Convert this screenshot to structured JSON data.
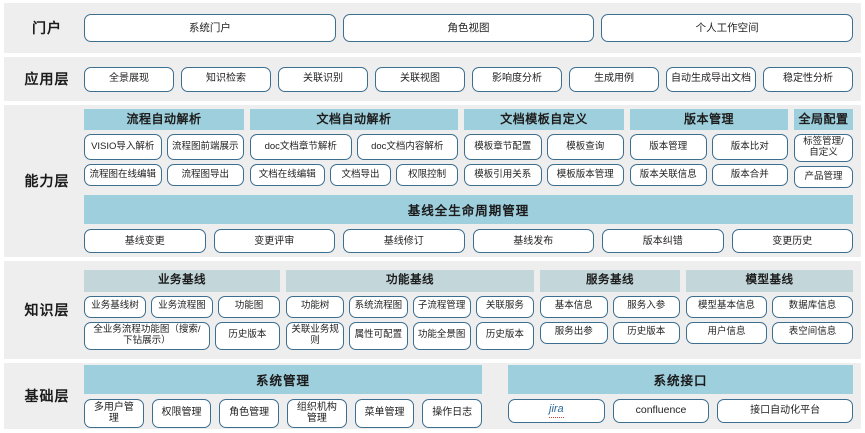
{
  "layers": [
    {
      "label": "门户",
      "portal_items": [
        "系统门户",
        "角色视图",
        "个人工作空间"
      ]
    },
    {
      "label": "应用层",
      "app_items": [
        "全景展现",
        "知识检索",
        "关联识别",
        "关联视图",
        "影响度分析",
        "生成用例",
        "自动生成导出文档",
        "稳定性分析"
      ]
    },
    {
      "label": "能力层",
      "columns": [
        {
          "head": "流程自动解析",
          "rows": [
            [
              "VISIO导入解析",
              "流程图前端展示"
            ],
            [
              "流程图在线编辑",
              "流程图导出"
            ]
          ]
        },
        {
          "head": "文档自动解析",
          "rows": [
            [
              "doc文档章节解析",
              "doc文档内容解析"
            ],
            [
              "文档在线编辑",
              "文档导出",
              "权限控制"
            ]
          ]
        },
        {
          "head": "文档模板自定义",
          "rows": [
            [
              "模板章节配置",
              "模板查询"
            ],
            [
              "模板引用关系",
              "模板版本管理"
            ]
          ]
        },
        {
          "head": "版本管理",
          "rows": [
            [
              "版本管理",
              "版本比对"
            ],
            [
              "版本关联信息",
              "版本合并"
            ]
          ]
        },
        {
          "head": "全局配置",
          "rows": [
            [
              "标签管理/自定义"
            ],
            [
              "产品管理"
            ]
          ]
        }
      ],
      "section": {
        "head": "基线全生命周期管理",
        "items": [
          "基线变更",
          "变更评审",
          "基线修订",
          "基线发布",
          "版本纠错",
          "变更历史"
        ]
      }
    },
    {
      "label": "知识层",
      "columns": [
        {
          "head": "业务基线",
          "rows": [
            [
              "业务基线树",
              "业务流程图",
              "功能图"
            ],
            [
              "全业务流程功能图（搜索/下钻展示）",
              "历史版本"
            ]
          ]
        },
        {
          "head": "功能基线",
          "rows": [
            [
              "功能树",
              "系统流程图",
              "子流程管理",
              "关联服务"
            ],
            [
              "关联业务规则",
              "属性可配置",
              "功能全景图",
              "历史版本"
            ]
          ]
        },
        {
          "head": "服务基线",
          "rows": [
            [
              "基本信息",
              "服务入参"
            ],
            [
              "服务出参",
              "历史版本"
            ]
          ]
        },
        {
          "head": "模型基线",
          "rows": [
            [
              "模型基本信息",
              "数据库信息"
            ],
            [
              "用户信息",
              "表空间信息"
            ]
          ]
        }
      ]
    },
    {
      "label": "基础层",
      "base_columns": [
        {
          "head": "系统管理",
          "items": [
            "多用户管理",
            "权限管理",
            "角色管理",
            "组织机构管理",
            "菜单管理",
            "操作日志"
          ]
        },
        {
          "head": "系统接口",
          "items": [
            "jira",
            "confluence",
            "接口自动化平台"
          ]
        }
      ]
    }
  ],
  "colors": {
    "band_bg": "#eeeeee",
    "head_blue": "#9ecfdd",
    "head_gray_blue": "#c3d6da",
    "pill_border": "#3c6e8f",
    "jira_accent": "#2b6a9a"
  }
}
